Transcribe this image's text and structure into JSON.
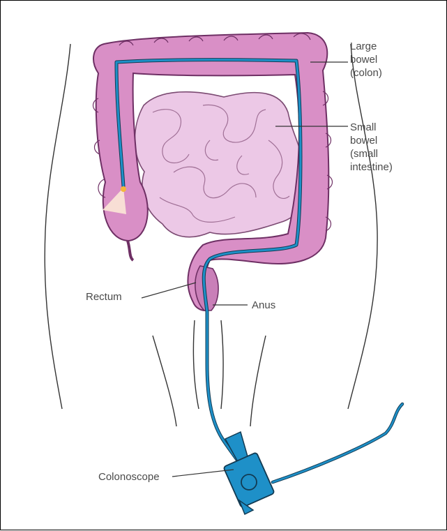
{
  "labels": {
    "large_bowel": "Large\nbowel\n(colon)",
    "small_bowel": "Small\nbowel\n(small\nintestine)",
    "rectum": "Rectum",
    "anus": "Anus",
    "colonoscope": "Colonoscope"
  },
  "colors": {
    "colon_fill": "#d98fc6",
    "colon_outline": "#6e2f64",
    "small_bowel_fill": "#ecc8e6",
    "scope_tube": "#1e90c8",
    "scope_light": "#f5b63a",
    "body_outline": "#333333"
  }
}
